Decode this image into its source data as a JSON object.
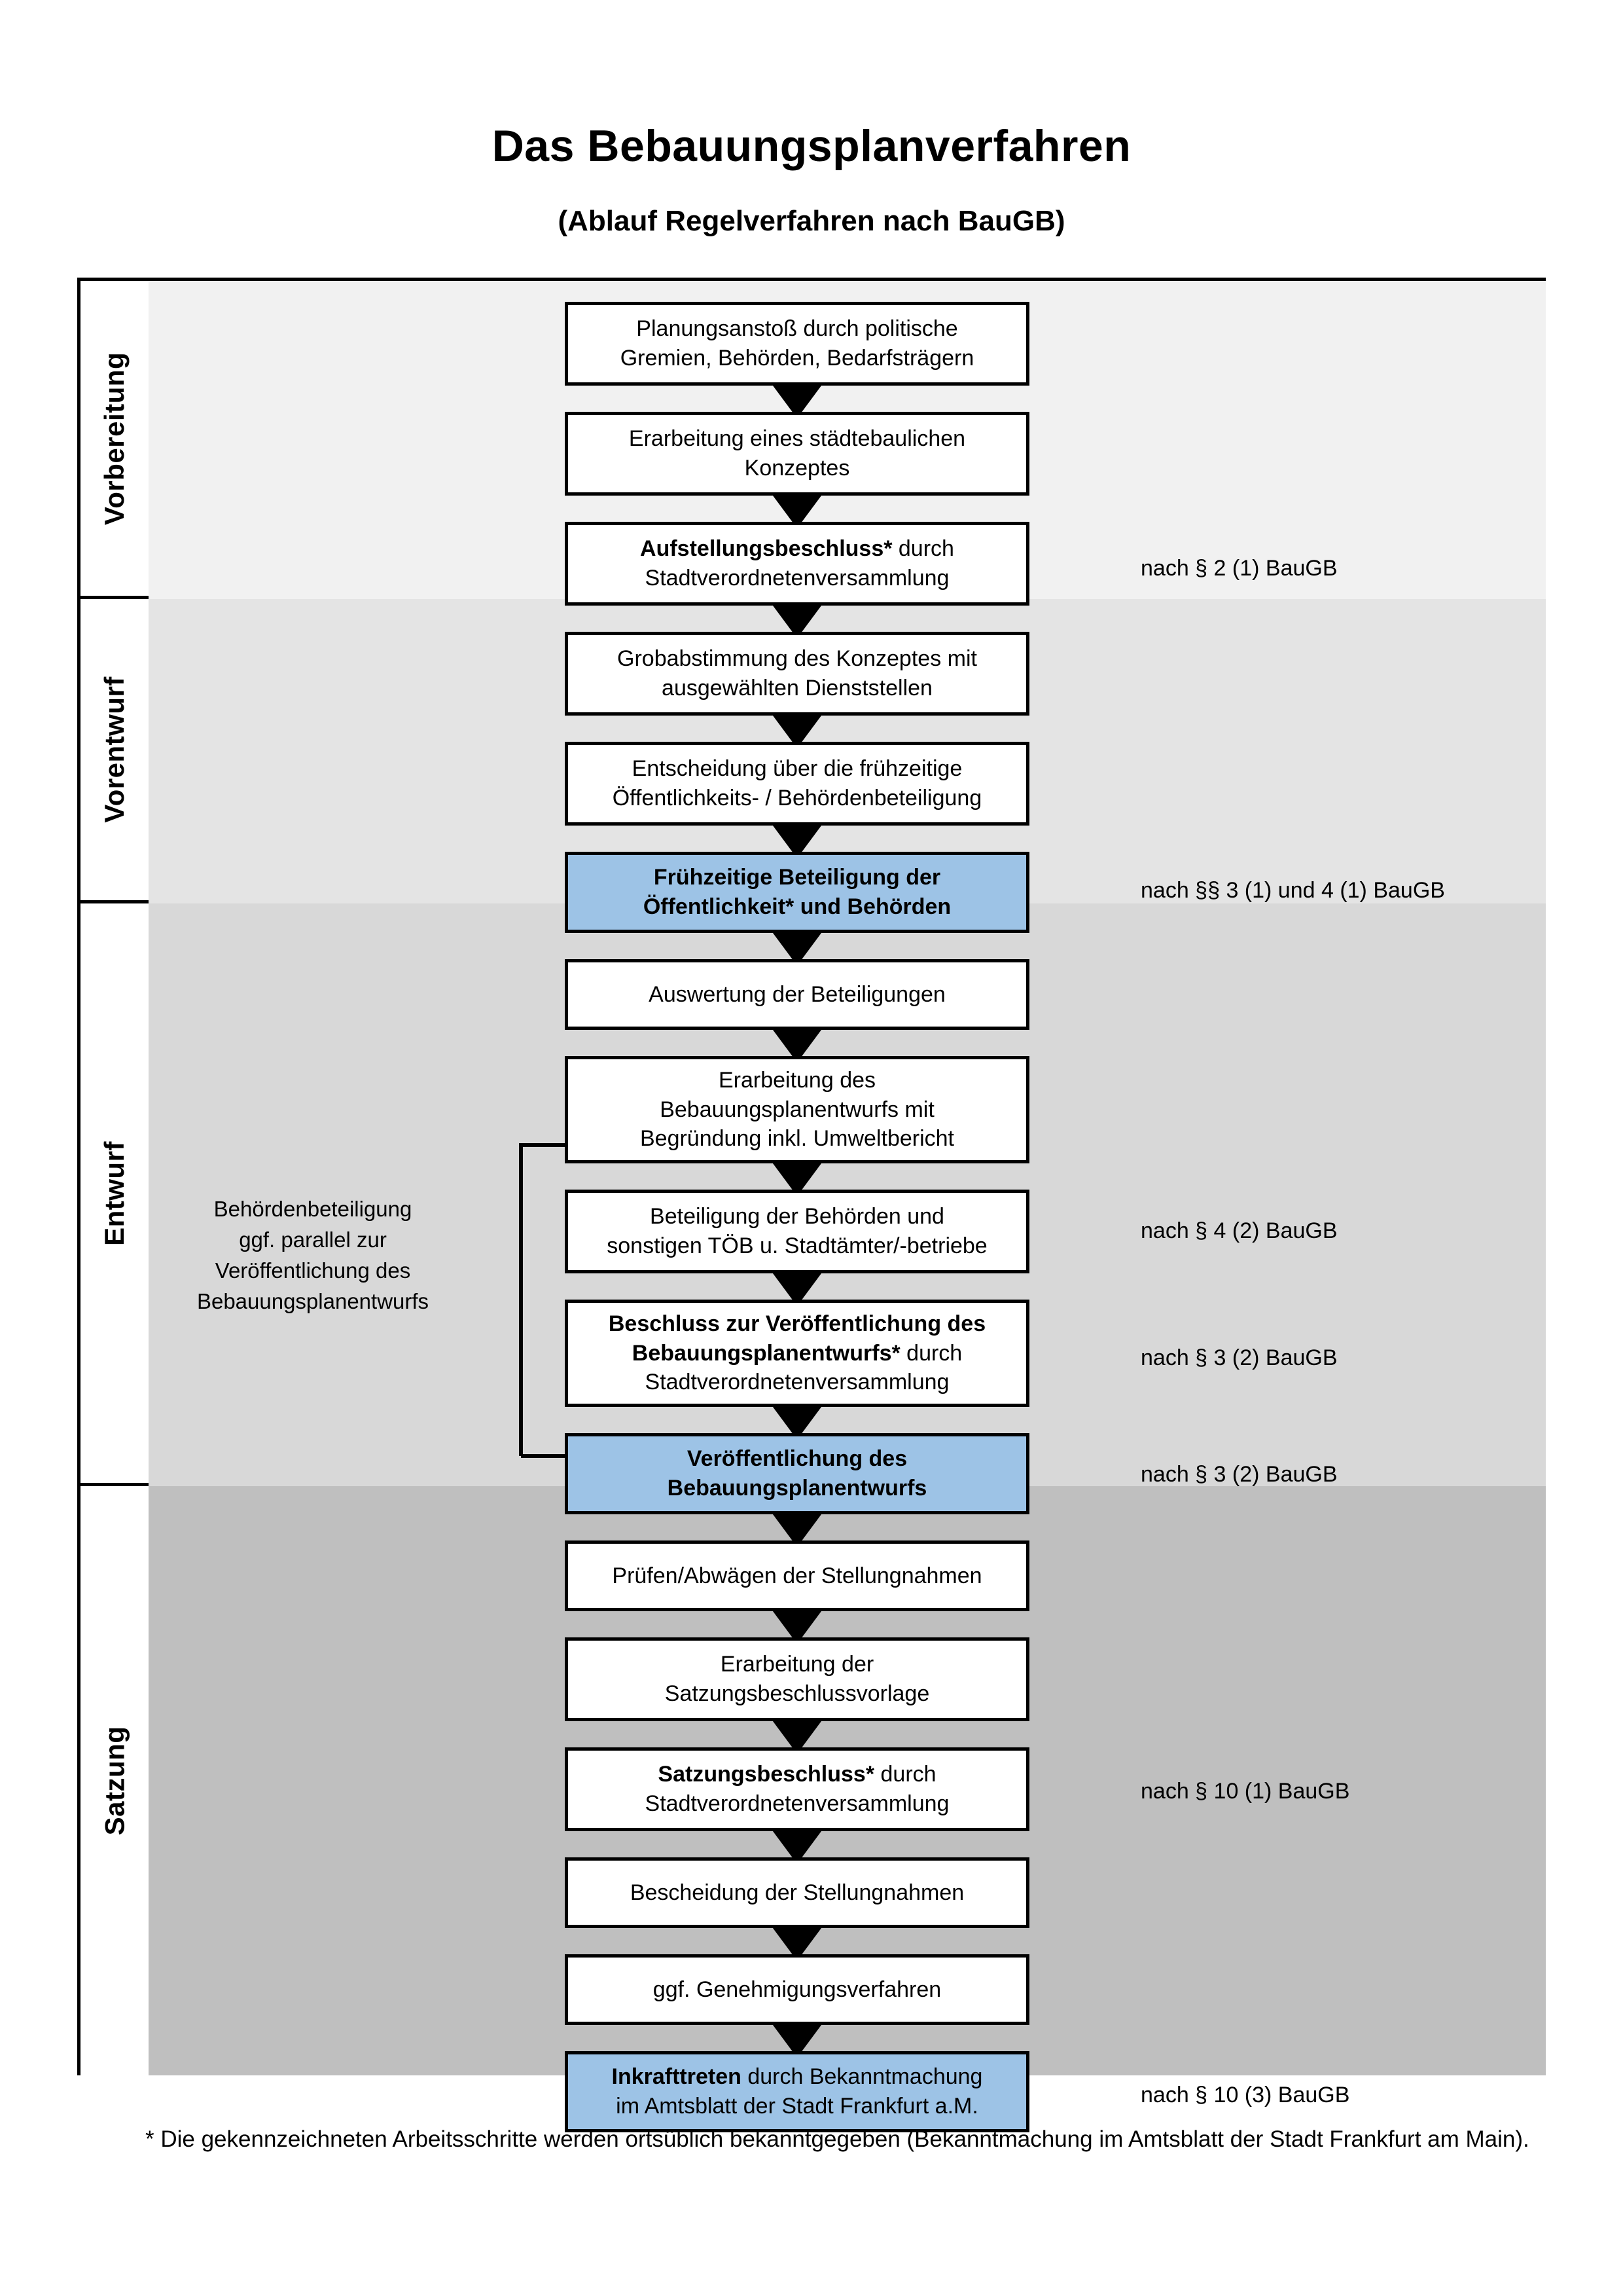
{
  "header": {
    "title": "Das Bebauungsplanverfahren",
    "subtitle": "(Ablauf Regelverfahren nach BauGB)"
  },
  "phases": [
    {
      "id": "vorbereitung",
      "label": "Vorbereitung"
    },
    {
      "id": "vorentwurf",
      "label": "Vorentwurf"
    },
    {
      "id": "entwurf",
      "label": "Entwurf"
    },
    {
      "id": "satzung",
      "label": "Satzung"
    }
  ],
  "steps": [
    {
      "id": "s1",
      "line1": "Planungsanstoß durch politische",
      "line2": "Gremien, Behörden, Bedarfsträgern",
      "bold_prefix": "",
      "highlighted": false
    },
    {
      "id": "s2",
      "line1": "Erarbeitung eines städtebaulichen",
      "line2": "Konzeptes",
      "bold_prefix": "",
      "highlighted": false
    },
    {
      "id": "s3",
      "line1": "Aufstellungsbeschluss* durch",
      "line2": "Stadtverordnetenversammlung",
      "bold_prefix": "Aufstellungsbeschluss*",
      "highlighted": false
    },
    {
      "id": "s4",
      "line1": "Grobabstimmung des Konzeptes mit",
      "line2": "ausgewählten Dienststellen",
      "bold_prefix": "",
      "highlighted": false
    },
    {
      "id": "s5",
      "line1": "Entscheidung über die frühzeitige",
      "line2": "Öffentlichkeits- / Behördenbeteiligung",
      "bold_prefix": "",
      "highlighted": false
    },
    {
      "id": "s6",
      "line1": "Frühzeitige Beteiligung der",
      "line2": "Öffentlichkeit* und Behörden",
      "bold_prefix": "all",
      "highlighted": true
    },
    {
      "id": "s7",
      "line1": "Auswertung der Beteiligungen",
      "line2": "",
      "bold_prefix": "",
      "highlighted": false
    },
    {
      "id": "s8",
      "line1": "Erarbeitung des",
      "line2": "Bebauungsplanentwurfs mit",
      "line3": "Begründung inkl. Umweltbericht",
      "bold_prefix": "",
      "highlighted": false
    },
    {
      "id": "s9",
      "line1": "Beteiligung der Behörden und",
      "line2": "sonstigen TÖB u. Stadtämter/-betriebe",
      "bold_prefix": "",
      "highlighted": false
    },
    {
      "id": "s10",
      "line1": "Beschluss zur Veröffentlichung des",
      "line2": "Bebauungsplanentwurfs* durch",
      "line3": "Stadtverordnetenversammlung",
      "bold_prefix": "Beschluss zur Veröffentlichung des Bebauungsplanentwurfs*",
      "highlighted": false
    },
    {
      "id": "s11",
      "line1": "Veröffentlichung des",
      "line2": "Bebauungsplanentwurfs",
      "bold_prefix": "all",
      "highlighted": true
    },
    {
      "id": "s12",
      "line1": "Prüfen/Abwägen der Stellungnahmen",
      "line2": "",
      "bold_prefix": "",
      "highlighted": false
    },
    {
      "id": "s13",
      "line1": "Erarbeitung der",
      "line2": "Satzungsbeschlussvorlage",
      "bold_prefix": "",
      "highlighted": false
    },
    {
      "id": "s14",
      "line1": "Satzungsbeschluss* durch",
      "line2": "Stadtverordnetenversammlung",
      "bold_prefix": "Satzungsbeschluss*",
      "highlighted": false
    },
    {
      "id": "s15",
      "line1": "Bescheidung der Stellungnahmen",
      "line2": "",
      "bold_prefix": "",
      "highlighted": false
    },
    {
      "id": "s16",
      "line1": "ggf. Genehmigungsverfahren",
      "line2": "",
      "bold_prefix": "",
      "highlighted": false
    },
    {
      "id": "s17",
      "line1": "Inkrafttreten durch Bekanntmachung",
      "line2": "im Amtsblatt der Stadt Frankfurt a.M.",
      "bold_prefix": "Inkrafttreten",
      "highlighted": true
    }
  ],
  "legal_refs": [
    {
      "id": "r1",
      "text": "nach § 2 (1) BauGB"
    },
    {
      "id": "r2",
      "text": "nach §§ 3 (1) und 4 (1) BauGB"
    },
    {
      "id": "r3",
      "text": "nach § 4 (2) BauGB"
    },
    {
      "id": "r4",
      "text": "nach § 3 (2) BauGB"
    },
    {
      "id": "r5",
      "text": "nach § 3 (2) BauGB"
    },
    {
      "id": "r6",
      "text": "nach § 10 (1) BauGB"
    },
    {
      "id": "r7",
      "text": "nach § 10 (3) BauGB"
    }
  ],
  "side_note": {
    "line1": "Behördenbeteiligung",
    "line2": "ggf. parallel zur",
    "line3": "Veröffentlichung des",
    "line4": "Bebauungsplanentwurfs"
  },
  "footnote": {
    "text": "* Die gekennzeichneten Arbeitsschritte werden ortsüblich bekanntgegeben (Bekanntmachung im Amtsblatt  der Stadt Frankfurt am Main)."
  },
  "colors": {
    "highlight": "#9DC3E6",
    "band_1": "#F1F1F1",
    "band_2": "#E4E4E4",
    "band_3": "#D8D8D8",
    "band_4": "#BFBFBF",
    "stroke": "#000000"
  }
}
